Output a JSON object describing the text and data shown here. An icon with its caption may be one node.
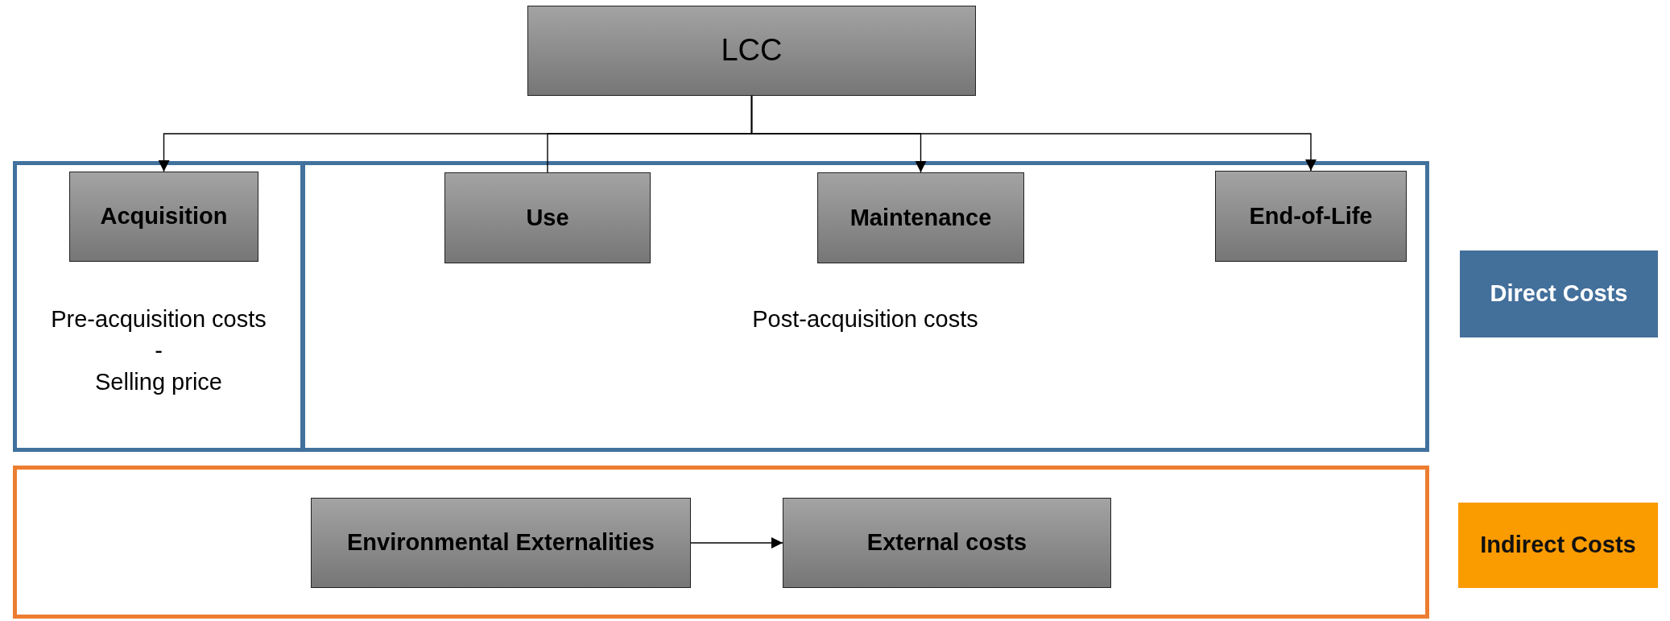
{
  "diagram": {
    "nodes": [
      {
        "text": [
          "LCC"
        ]
      },
      {
        "text": [
          "Pre-acquisition costs",
          "-",
          "Selling price"
        ]
      },
      {
        "text": [
          "Acquisition"
        ],
        "in": 1
      },
      {
        "text": [
          "Post-acquisition costs"
        ]
      },
      {
        "text": [
          "Use"
        ],
        "in": 3
      },
      {
        "text": [
          "Maintenance"
        ],
        "in": 3
      },
      {
        "text": [
          "End-of-Life"
        ],
        "in": 3
      },
      {
        "text": [
          "Direct Costs"
        ]
      },
      {
        "text": [],
        "shape": "box"
      },
      {
        "text": [
          "Environmental Externalities"
        ],
        "in": 8
      },
      {
        "text": [
          "External costs"
        ],
        "in": 8
      },
      {
        "text": [
          "Indirect Costs"
        ]
      }
    ],
    "edges": [
      {
        "from": 0,
        "to": 2,
        "arrow": "to"
      },
      {
        "from": 0,
        "to": 4,
        "arrow": "none"
      },
      {
        "from": 0,
        "to": 5,
        "arrow": "to"
      },
      {
        "from": 0,
        "to": 6,
        "arrow": "to"
      },
      {
        "from": 9,
        "to": 10,
        "arrow": "to"
      }
    ]
  }
}
